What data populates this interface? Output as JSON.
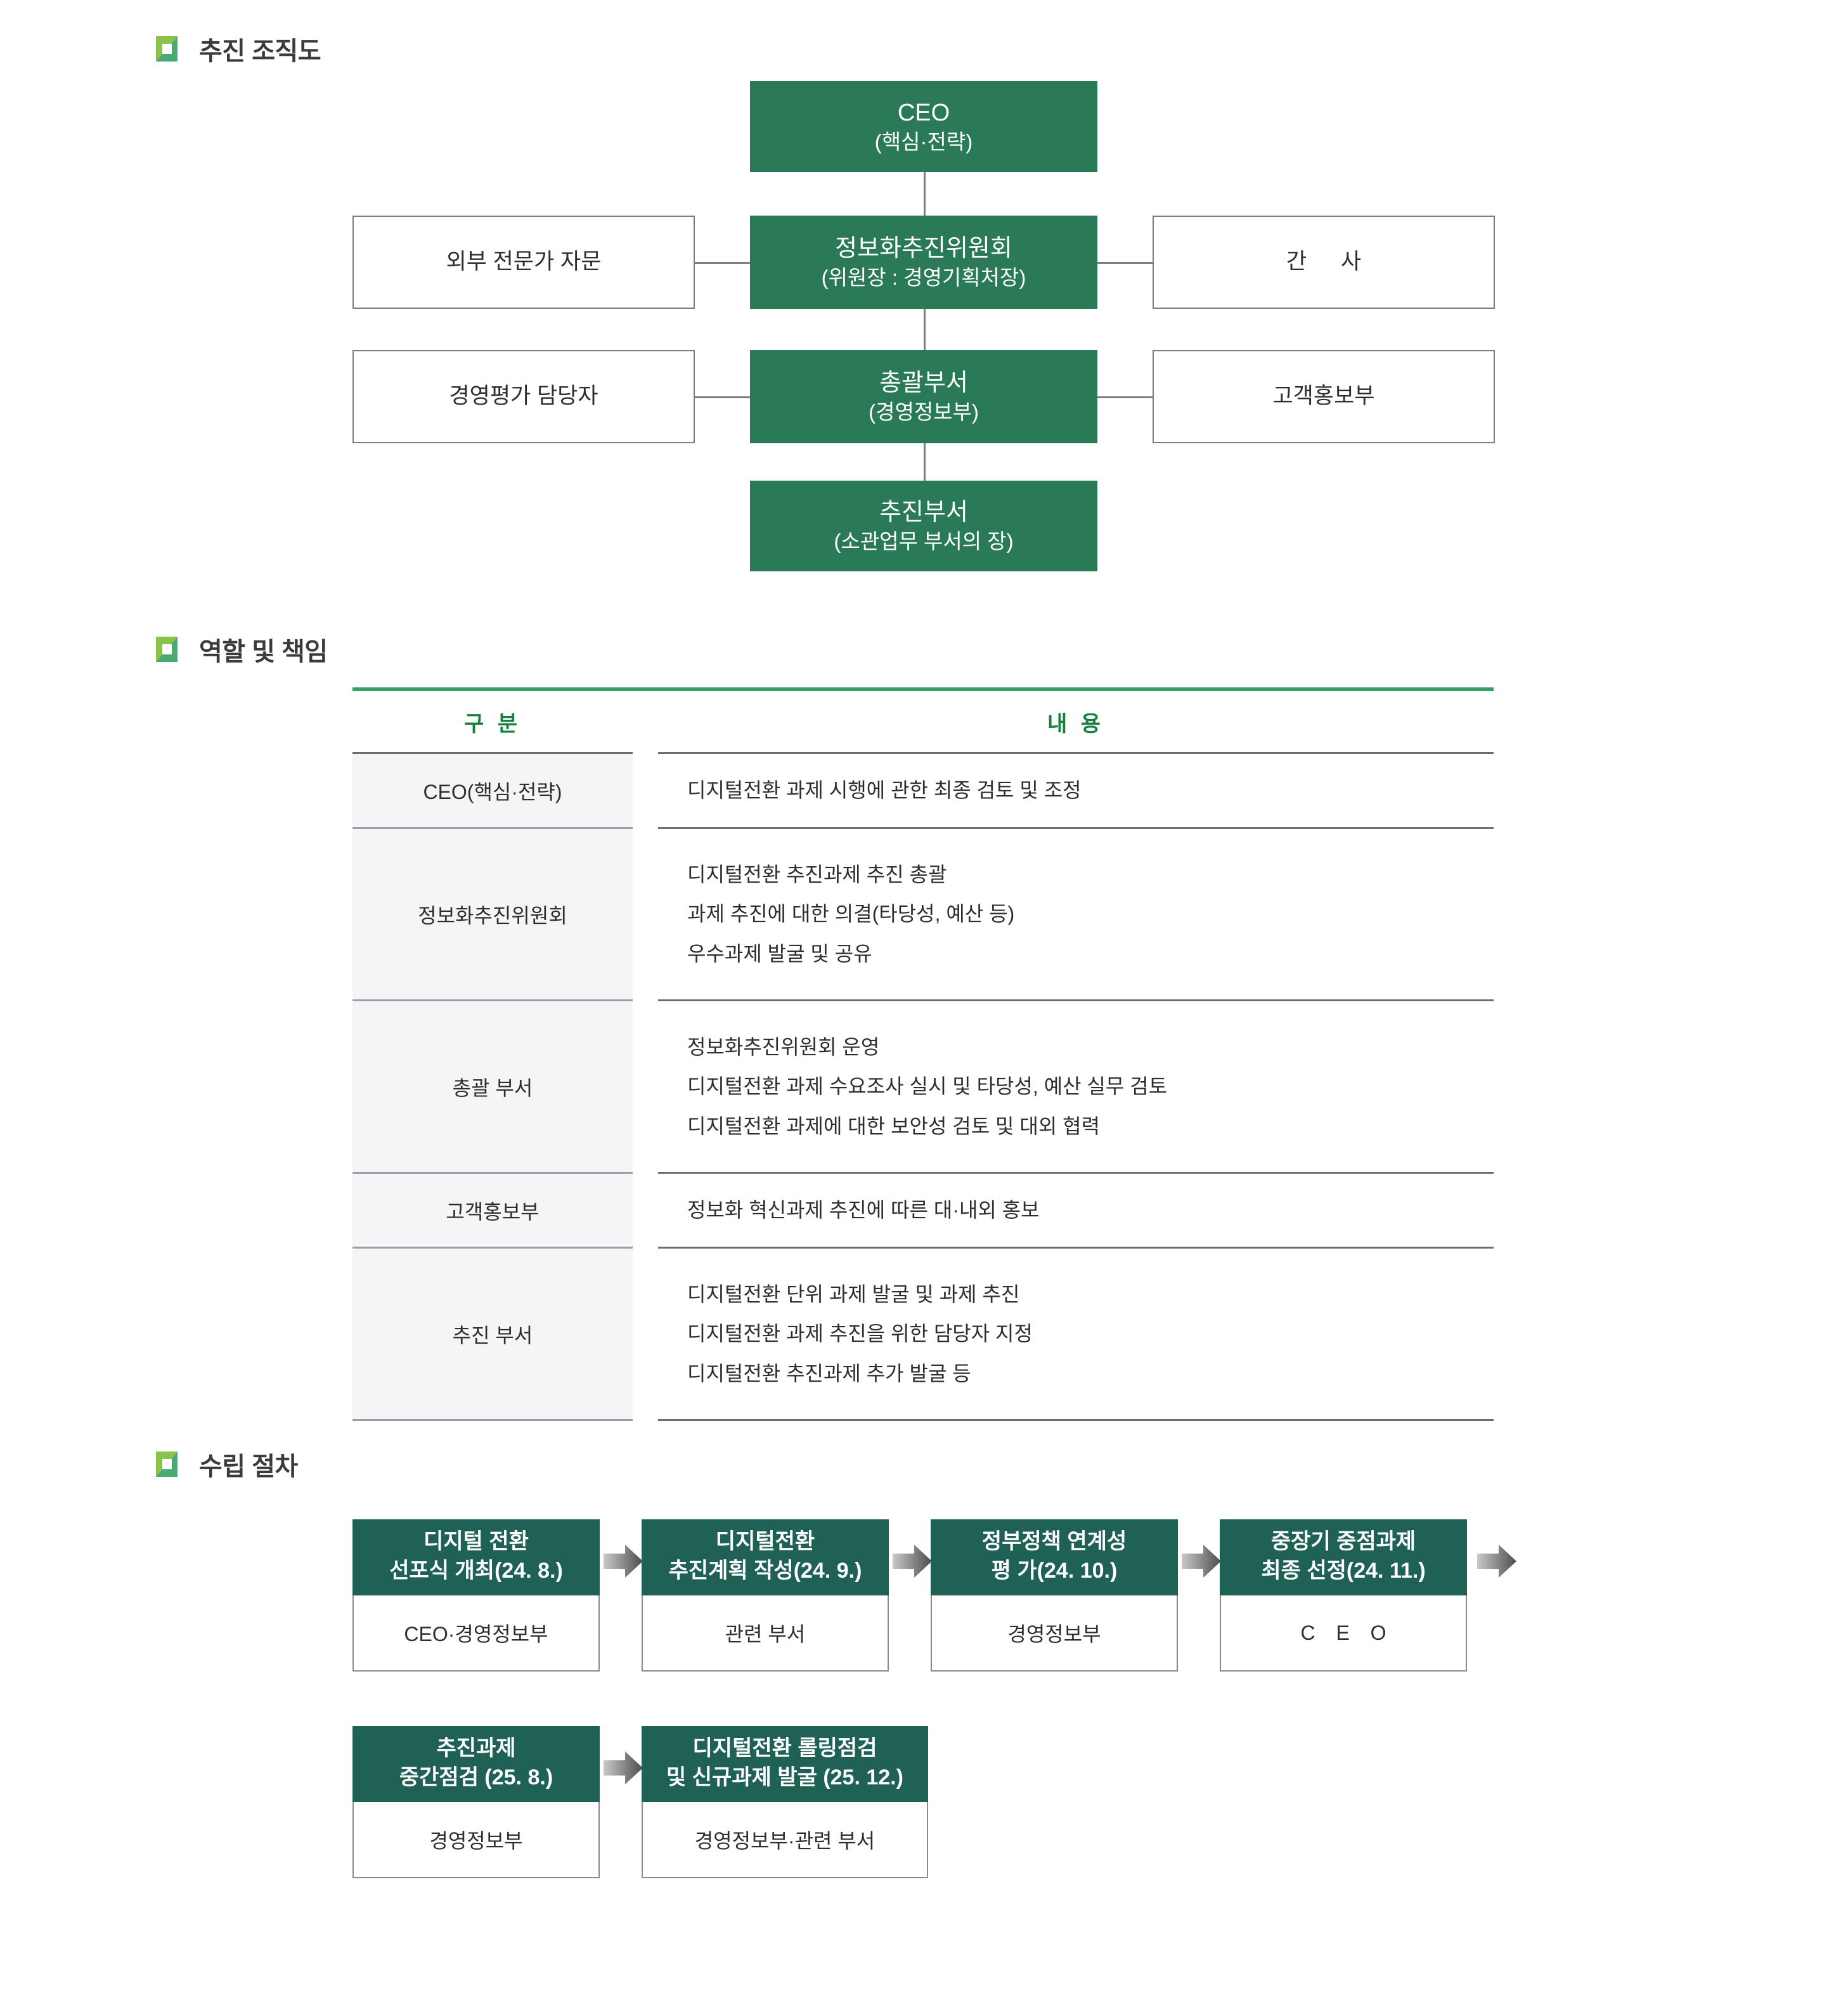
{
  "sections": [
    {
      "id": "org",
      "title": "추진 조직도"
    },
    {
      "id": "roles",
      "title": "역할 및 책임"
    },
    {
      "id": "steps",
      "title": "수립 절차"
    }
  ],
  "org_chart": {
    "nodes": [
      {
        "key": "ceo",
        "line1": "CEO",
        "line2": "(핵심·전략)",
        "style": "green"
      },
      {
        "key": "advisor",
        "line1": "외부 전문가 자문",
        "line2": "",
        "style": "plain"
      },
      {
        "key": "committee",
        "line1": "정보화추진위원회",
        "line2": "(위원장 : 경영기획처장)",
        "style": "green"
      },
      {
        "key": "secretary",
        "line1": "간 사",
        "line2": "",
        "style": "plain"
      },
      {
        "key": "evaluator",
        "line1": "경영평가 담당자",
        "line2": "",
        "style": "plain"
      },
      {
        "key": "general",
        "line1": "총괄부서",
        "line2": "(경영정보부)",
        "style": "green"
      },
      {
        "key": "pr",
        "line1": "고객홍보부",
        "line2": "",
        "style": "plain"
      },
      {
        "key": "promotion",
        "line1": "추진부서",
        "line2": "(소관업무 부서의 장)",
        "style": "green"
      }
    ]
  },
  "roles_table": {
    "headers": [
      "구 분",
      "내 용"
    ],
    "rows": [
      {
        "category": "CEO(핵심·전략)",
        "items": [
          "디지털전환 과제 시행에 관한 최종 검토 및 조정"
        ]
      },
      {
        "category": "정보화추진위원회",
        "items": [
          "디지털전환 추진과제 추진 총괄",
          "과제 추진에 대한 의결(타당성, 예산 등)",
          "우수과제 발굴 및 공유"
        ]
      },
      {
        "category": "총괄 부서",
        "items": [
          "정보화추진위원회 운영",
          "디지털전환 과제 수요조사 실시 및 타당성, 예산 실무 검토",
          "디지털전환 과제에 대한 보안성 검토 및 대외 협력"
        ]
      },
      {
        "category": "고객홍보부",
        "items": [
          "정보화 혁신과제 추진에 따른 대·내외 홍보"
        ]
      },
      {
        "category": "추진 부서",
        "items": [
          "디지털전환 단위 과제 발굴 및 과제 추진",
          "디지털전환 과제 추진을 위한 담당자 지정",
          "디지털전환 추진과제 추가 발굴 등"
        ]
      }
    ]
  },
  "process_flow": {
    "steps": [
      {
        "title_l1": "디지털 전환",
        "title_l2": "선포식 개최(24. 8.)",
        "owner": "CEO·경영정보부"
      },
      {
        "title_l1": "디지털전환",
        "title_l2": "추진계획 작성(24. 9.)",
        "owner": "관련 부서"
      },
      {
        "title_l1": "정부정책 연계성",
        "title_l2": "평  가(24. 10.)",
        "owner": "경영정보부"
      },
      {
        "title_l1": "중장기 중점과제",
        "title_l2": "최종 선정(24. 11.)",
        "owner": "C E O"
      },
      {
        "title_l1": "추진과제",
        "title_l2": "중간점검 (25. 8.)",
        "owner": "경영정보부"
      },
      {
        "title_l1": "디지털전환 롤링점검",
        "title_l2": "및 신규과제 발굴 (25. 12.)",
        "owner": "경영정보부·관련 부서"
      }
    ]
  },
  "colors": {
    "brand_green": "#2a7a58",
    "header_green": "#1f6155",
    "rule_green": "#34a263",
    "heading_text": "#3b3b3b",
    "table_head_text": "#17803f",
    "category_bg": "#f3f5f7",
    "box_border": "#7d7d7d"
  }
}
